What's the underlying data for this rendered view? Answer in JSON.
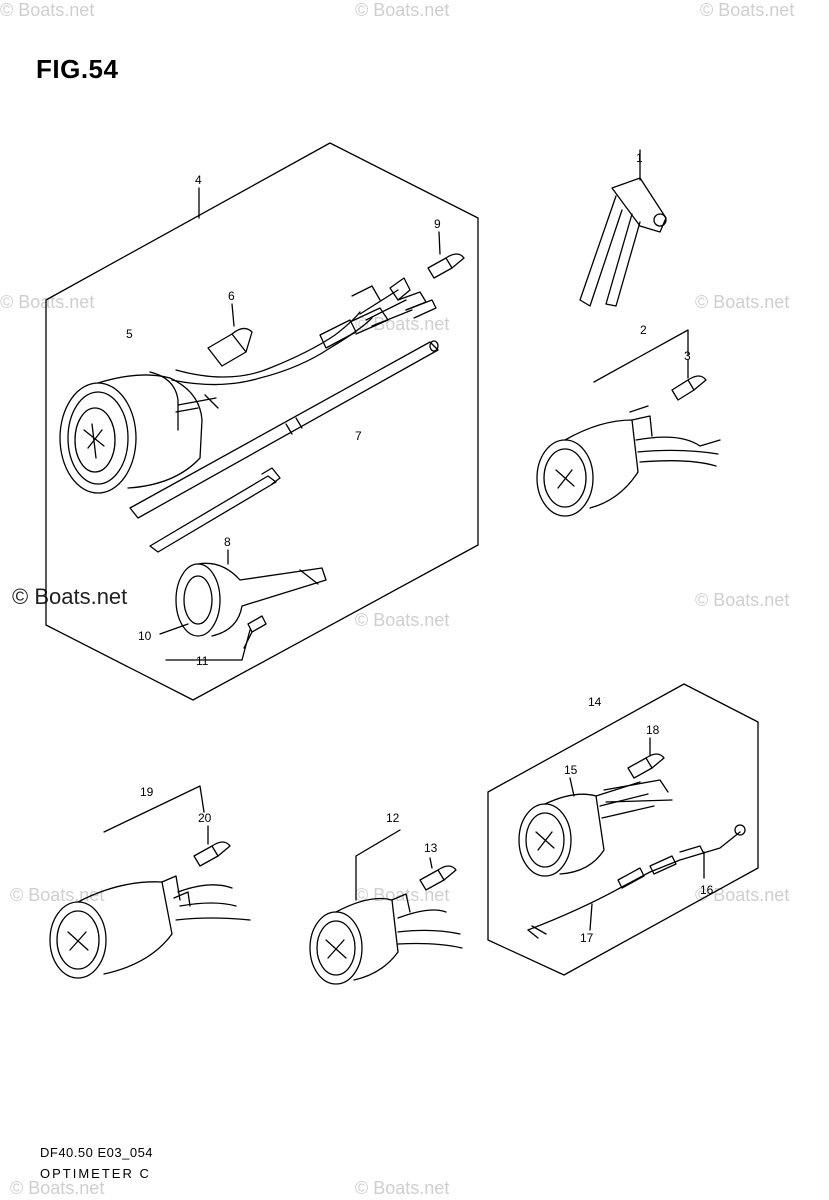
{
  "figure": {
    "title": "FIG.54",
    "code": "DF40.50 E03_054",
    "name": "OPTIMETER C"
  },
  "watermark": {
    "text": "© Boats.net",
    "strong_text": "© Boats.net"
  },
  "callouts": [
    "1",
    "2",
    "3",
    "4",
    "5",
    "6",
    "7",
    "8",
    "9",
    "10",
    "11",
    "12",
    "13",
    "14",
    "15",
    "16",
    "17",
    "18",
    "19",
    "20"
  ]
}
